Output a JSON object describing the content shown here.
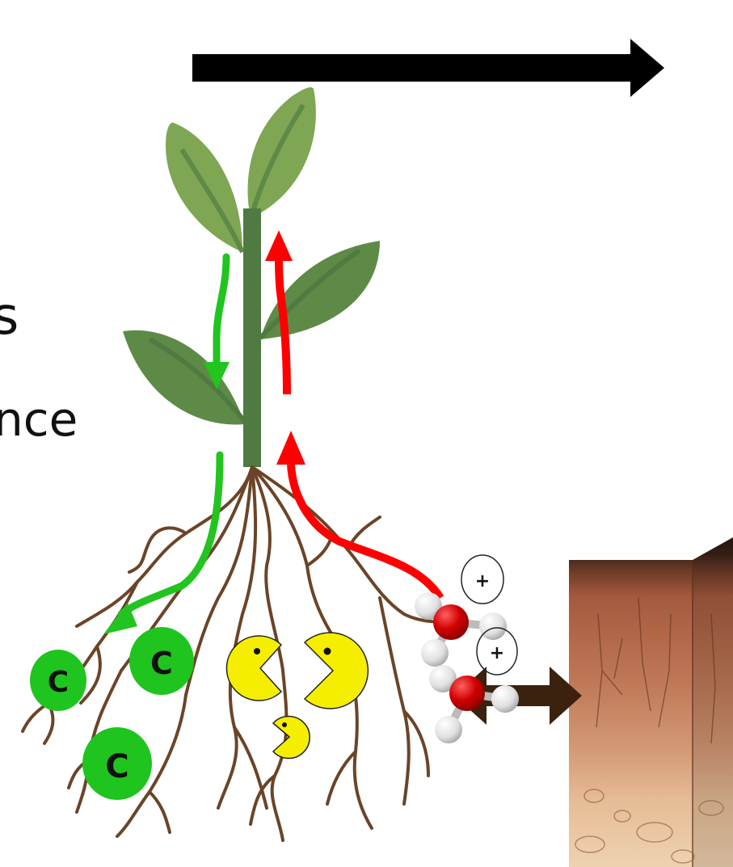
{
  "text_fragments": {
    "line1": "s",
    "line2": "nce"
  },
  "carbon_label": "C",
  "ion_label": "+",
  "icons": [
    "right-arrow-icon",
    "plant-icon",
    "roots-icon",
    "carbon-molecule-icon",
    "microbe-pacman-icon",
    "water-molecule-icon",
    "positive-ion-icon",
    "double-arrow-icon",
    "soil-profile-image"
  ],
  "colors": {
    "leaf_light": "#7fa653",
    "leaf_dark": "#5e8a47",
    "stem": "#4f7a42",
    "root": "#6b4428",
    "carbon_flow": "#22c41f",
    "water_flow": "#ff0000",
    "carbon_fill": "#1fc41f",
    "microbe": "#f5ee00",
    "oxygen": "#d00000",
    "hydrogen": "#e8e8e8",
    "exchange_arrow": "#3b220f"
  }
}
